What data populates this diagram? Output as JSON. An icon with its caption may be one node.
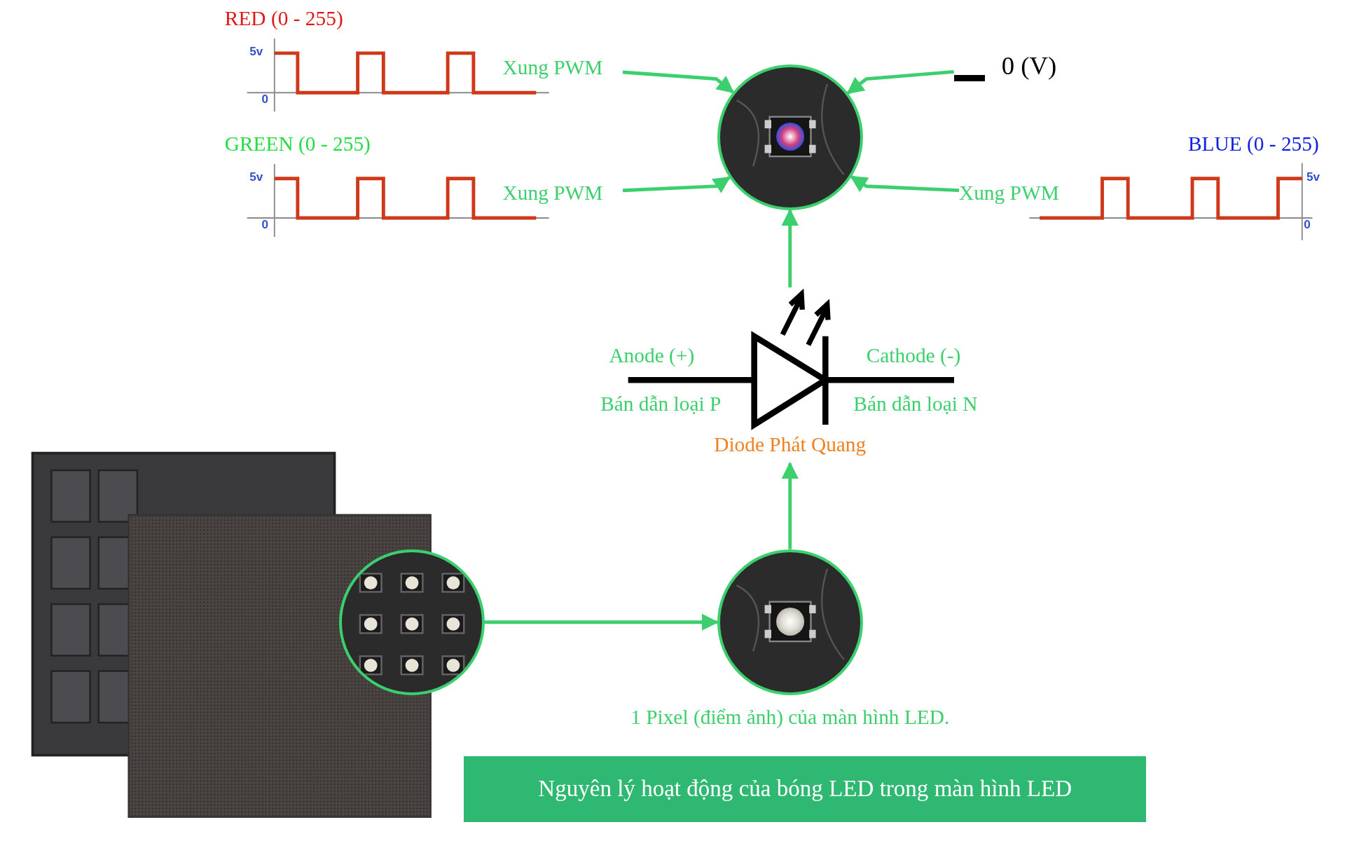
{
  "diagram": {
    "nodes": [
      {
        "text": [],
        "shape": "picture"
      },
      {
        "text": [
          "Xung PWM"
        ]
      },
      {
        "text": [
          "Xung PWM"
        ]
      },
      {
        "text": [
          "0 (V)"
        ]
      },
      {
        "text": [
          "Xung PWM"
        ]
      },
      {
        "text": [
          "Diode Phát Quang"
        ]
      },
      {
        "text": [],
        "shape": "picture",
        "beside": [
          "1 Pixel (điểm ảnh) của màn hình LED."
        ]
      },
      {
        "text": [],
        "shape": "picture"
      },
      {
        "text": [
          "Nguyên lý hoạt động của bóng LED trong màn hình LED"
        ]
      }
    ],
    "edges": [
      {
        "from": 1,
        "to": 0,
        "arrow": "to"
      },
      {
        "from": 2,
        "to": 0,
        "arrow": "to"
      },
      {
        "from": 3,
        "to": 0,
        "arrow": "to"
      },
      {
        "from": 4,
        "to": 0,
        "arrow": "to"
      },
      {
        "from": 6,
        "to": 5,
        "arrow": "to"
      },
      {
        "from": 5,
        "to": 0,
        "arrow": "to"
      },
      {
        "from": 7,
        "to": 6,
        "arrow": "to"
      }
    ],
    "labels": [
      "RED (0 - 255)",
      "5v",
      "0",
      "GREEN (0 - 255)",
      "5v",
      "0",
      "BLUE (0 - 255)",
      "5v",
      "0",
      "Anode (+)",
      "Cathode (-)",
      "Bán dẫn loại P",
      "Bán dẫn loại N"
    ]
  }
}
